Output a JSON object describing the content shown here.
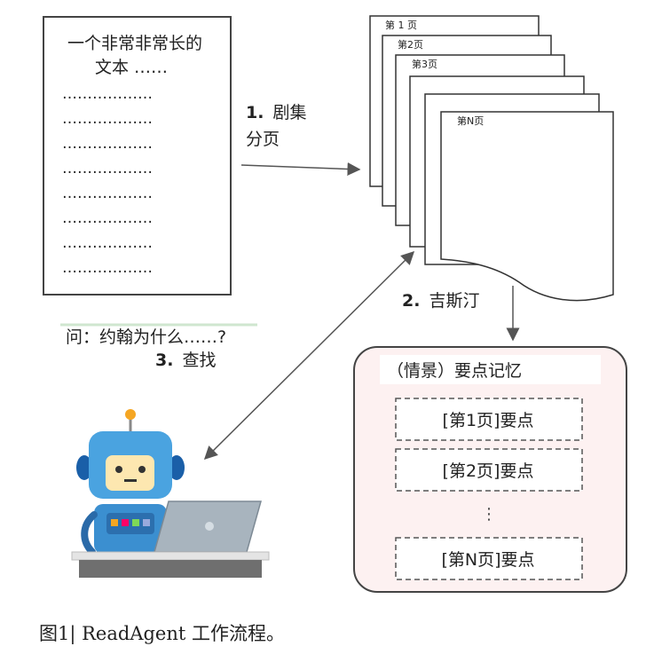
{
  "document": {
    "title_lines": [
      "一个非常非常长的",
      "文本 ……"
    ],
    "filler_lines": [
      "………………",
      "………………",
      "………………",
      "………………",
      "………………",
      "………………",
      "………………",
      "………………"
    ]
  },
  "pages": {
    "labels": [
      "第 1 页",
      "第2页",
      "第3页",
      "第N页"
    ]
  },
  "steps": {
    "step1_number": "1.",
    "step1_line1": "剧集",
    "step1_line2": "分页",
    "step2_number": "2.",
    "step2_text": "吉斯汀",
    "step3_number": "3.",
    "step3_text": "查找"
  },
  "question": "问：约翰为什么……?",
  "memory": {
    "title": "（情景）要点记忆",
    "items": [
      "[第1页]要点",
      "[第2页]要点",
      "[第N页]要点"
    ],
    "ellipsis": "⋮"
  },
  "caption": "图1| ReadAgent 工作流程。"
}
